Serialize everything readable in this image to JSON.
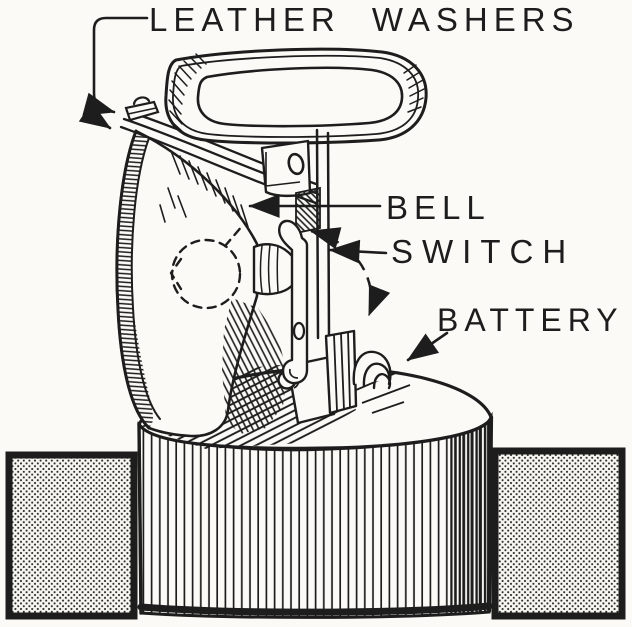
{
  "page": {
    "colors": {
      "paper": "#fbfaf6",
      "ink": "#1d1d1d"
    }
  },
  "diagram": {
    "type": "technical-illustration",
    "description": "Vintage ink drawing of a hand lamp with carrying handle, bell reflector, bulb and switch, mounted on top of a large dry-cell battery set into a shelf",
    "labels": {
      "leather_washers": "LEATHER WASHERS",
      "bell": "BELL",
      "switch": "SWITCH",
      "battery": "BATTERY"
    }
  }
}
